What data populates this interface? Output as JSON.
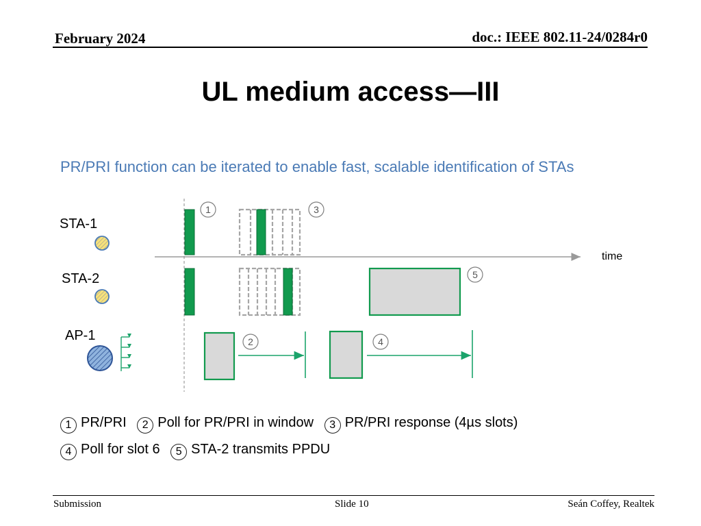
{
  "header": {
    "date": "February 2024",
    "doc": "doc.: IEEE 802.11-24/0284r0"
  },
  "title": "UL medium access—III",
  "subtitle": "PR/PRI function can be iterated to enable fast, scalable identification of STAs",
  "diagram": {
    "stations": [
      "STA-1",
      "STA-2",
      "AP-1"
    ],
    "time_label": "time",
    "markers": [
      "1",
      "2",
      "3",
      "4",
      "5"
    ],
    "colors": {
      "green": "#119a4e",
      "arrow": "#1aa36a",
      "gray_fill": "#d9d9d9",
      "dashed": "#a6a6a6",
      "blue_accent": "#4a7ab5"
    }
  },
  "legend": {
    "line1": [
      {
        "num": "1",
        "text": "PR/PRI"
      },
      {
        "num": "2",
        "text": "Poll for PR/PRI in window"
      },
      {
        "num": "3",
        "text": "PR/PRI response (4µs slots)"
      }
    ],
    "line2": [
      {
        "num": "4",
        "text": "Poll for slot 6"
      },
      {
        "num": "5",
        "text": "STA-2 transmits PPDU"
      }
    ]
  },
  "footer": {
    "left": "Submission",
    "center": "Slide 10",
    "right": "Seán Coffey, Realtek"
  }
}
